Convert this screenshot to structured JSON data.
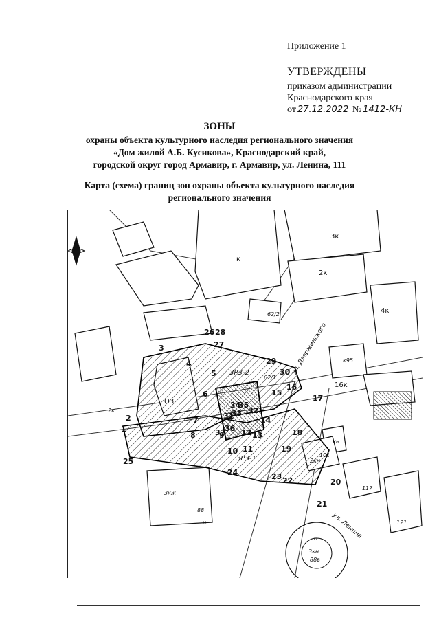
{
  "header": {
    "appendix": "Приложение 1",
    "approved": "УТВЕРЖДЕНЫ",
    "by_order_line1": "приказом администрации",
    "by_order_line2": "Краснодарского края",
    "order_from": "от",
    "order_date": "27.12.2022",
    "order_no_sign": "№",
    "order_number": "1412-КН"
  },
  "title": {
    "heading": "ЗОНЫ",
    "line1": "охраны объекта культурного наследия регионального значения",
    "line2": "«Дом жилой А.Б. Кусикова», Краснодарский край,",
    "line3": "городской округ город Армавир, г. Армавир, ул. Ленина, 111"
  },
  "map_caption": {
    "line1": "Карта (схема) границ зон охраны объекта культурного наследия",
    "line2": "регионального значения"
  },
  "map": {
    "zones": [
      "ЗРЗ-2",
      "ЗРЗ-1"
    ],
    "streets": [
      "ул. Дзержинского",
      "ул. Ленина"
    ],
    "building_labels": [
      "3к",
      "2к",
      "к",
      "4к",
      "62/2",
      "О3",
      "к95",
      "16к",
      "2к",
      "3кж",
      "88",
      "н",
      "101",
      "117",
      "121",
      "3кн",
      "88в",
      "кн",
      "2кн",
      "н",
      "62/1"
    ],
    "point_numbers": [
      "1",
      "2",
      "3",
      "4",
      "5",
      "6",
      "7",
      "8",
      "9",
      "10",
      "11",
      "12",
      "13",
      "14",
      "15",
      "16",
      "17",
      "18",
      "19",
      "20",
      "21",
      "22",
      "23",
      "24",
      "25",
      "26",
      "27",
      "28",
      "29",
      "30",
      "31",
      "32",
      "33",
      "34",
      "35",
      "36",
      "37"
    ]
  }
}
